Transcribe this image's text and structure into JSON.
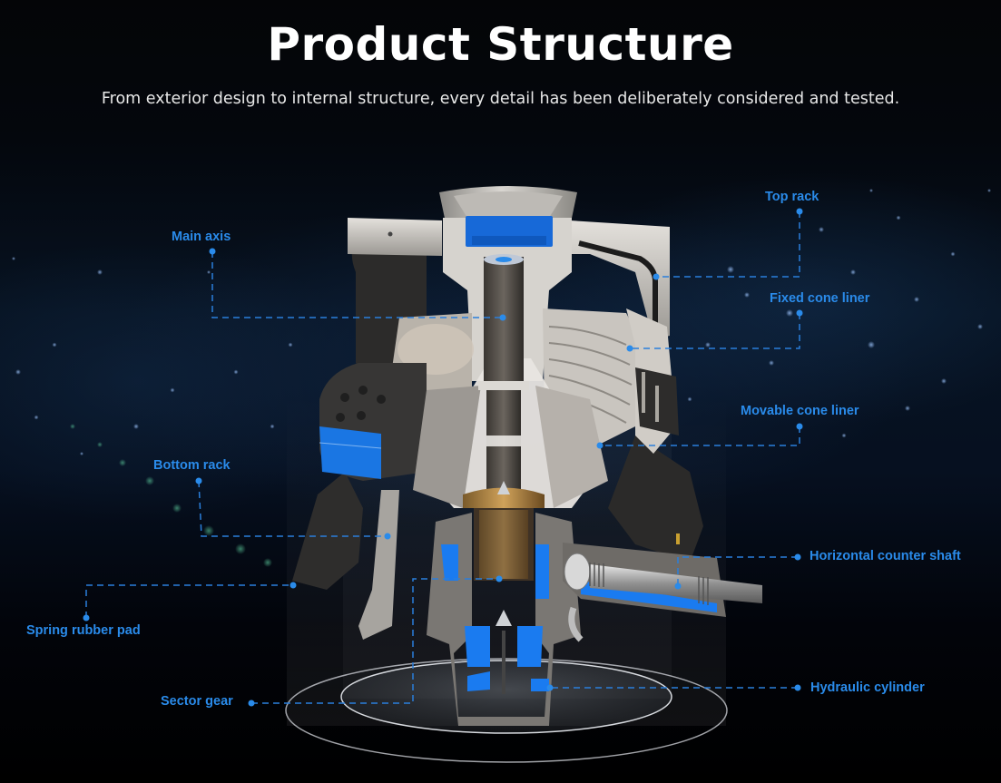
{
  "header": {
    "title": "Product Structure",
    "subtitle": "From exterior design to internal structure, every detail has been deliberately considered and tested."
  },
  "diagram": {
    "subject": "cone-crusher-cutaway",
    "accent_color": "#2a8bea",
    "labels": [
      {
        "id": "main-axis",
        "text": "Main axis",
        "side": "left"
      },
      {
        "id": "bottom-rack",
        "text": "Bottom rack",
        "side": "left"
      },
      {
        "id": "spring-rubber-pad",
        "text": "Spring rubber pad",
        "side": "left"
      },
      {
        "id": "sector-gear",
        "text": "Sector gear",
        "side": "left"
      },
      {
        "id": "top-rack",
        "text": "Top rack",
        "side": "right"
      },
      {
        "id": "fixed-cone-liner",
        "text": "Fixed cone liner",
        "side": "right"
      },
      {
        "id": "movable-cone-liner",
        "text": "Movable cone liner",
        "side": "right"
      },
      {
        "id": "horizontal-counter-shaft",
        "text": "Horizontal counter shaft",
        "side": "right"
      },
      {
        "id": "hydraulic-cylinder",
        "text": "Hydraulic cylinder",
        "side": "right"
      }
    ]
  }
}
